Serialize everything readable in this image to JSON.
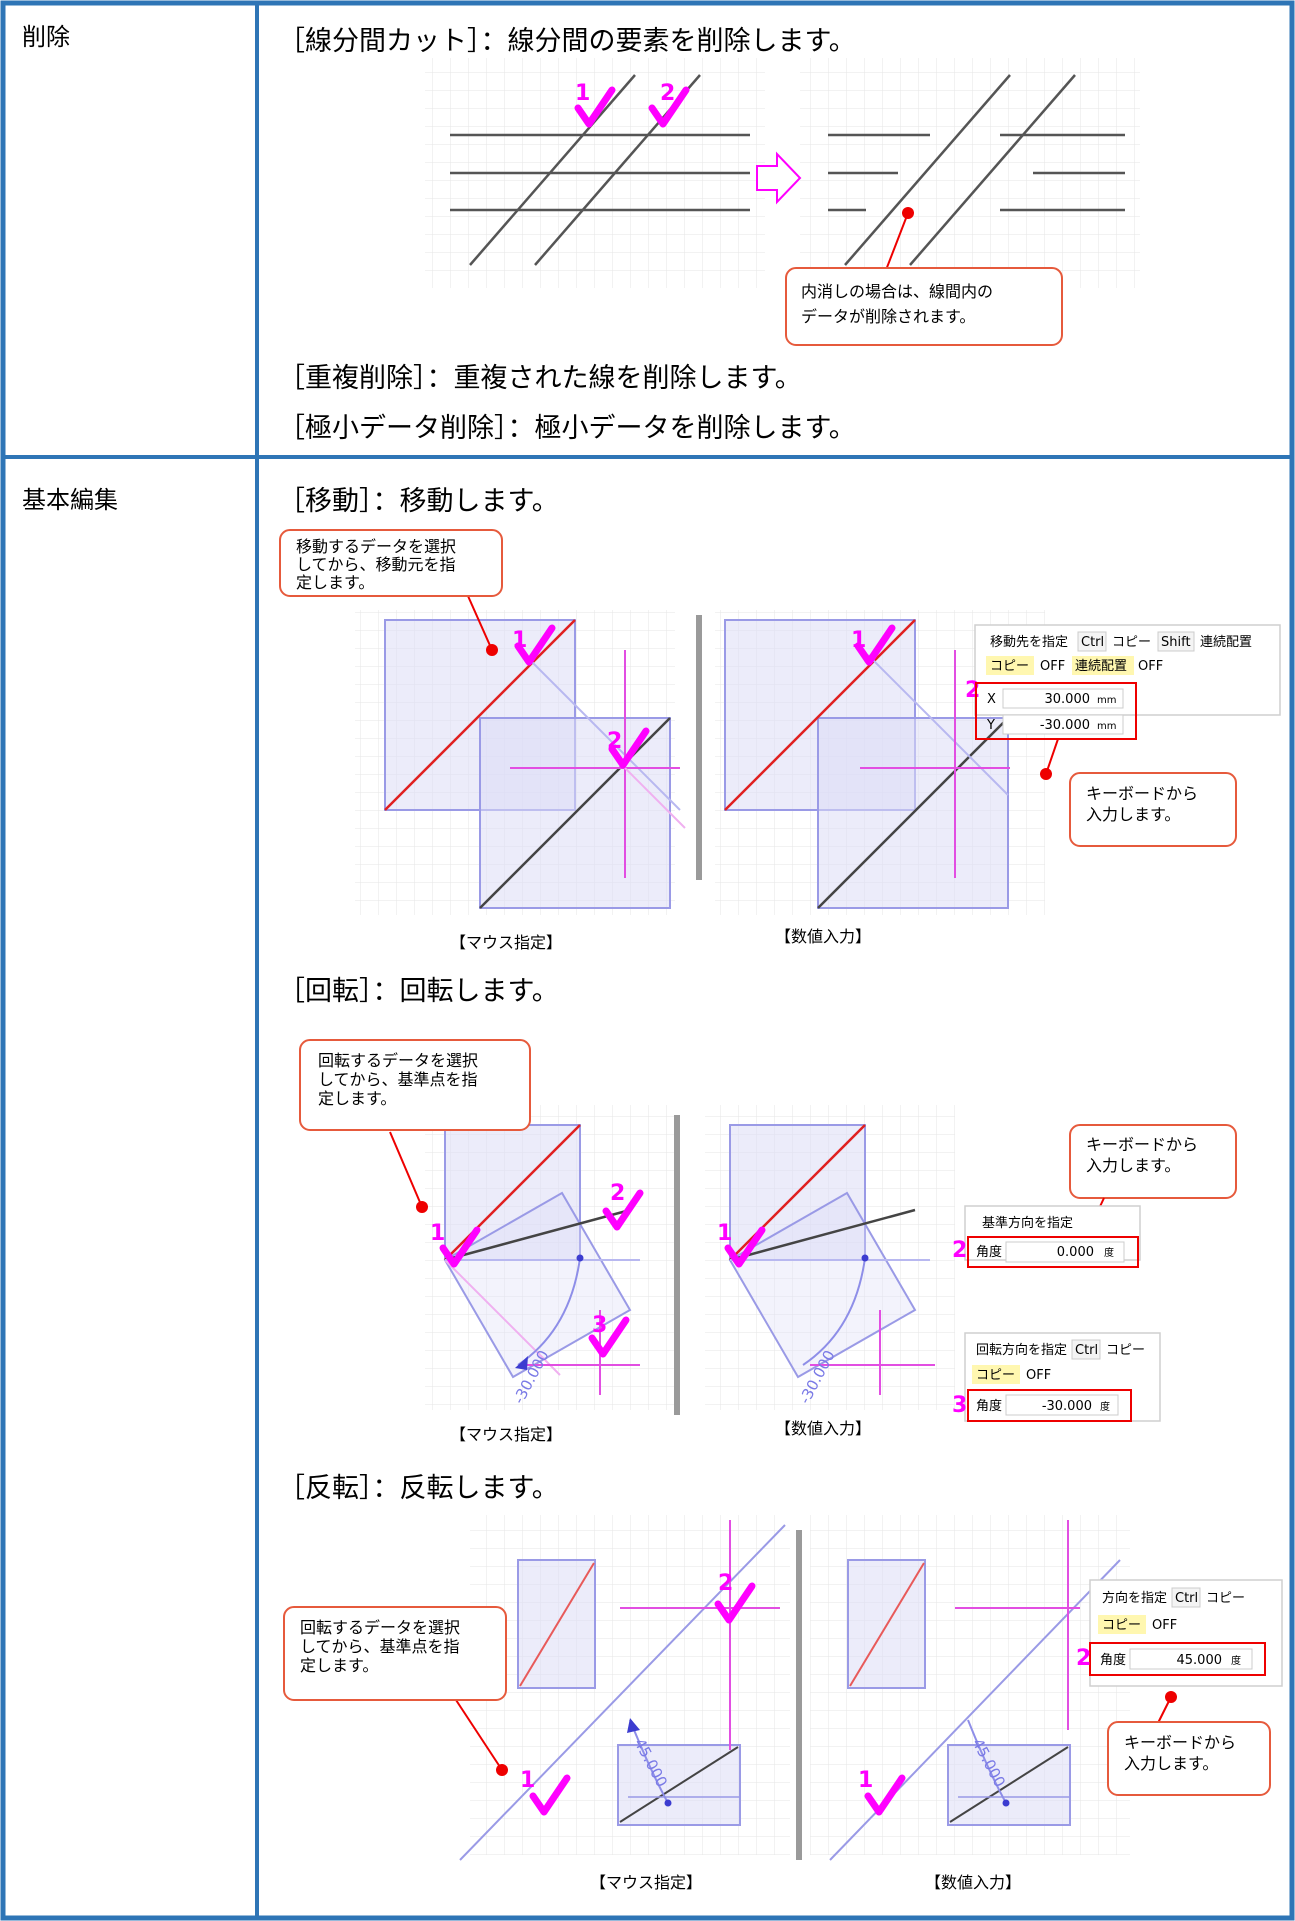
{
  "rows": [
    {
      "category": "削除",
      "sections": [
        {
          "heading": "［線分間カット］：線分間の要素を削除します。",
          "callout": [
            "内消しの場合は、線間内の",
            "データが削除されます。"
          ],
          "markers": [
            "1",
            "2"
          ]
        },
        {
          "heading": "［重複削除］：重複された線を削除します。"
        },
        {
          "heading": "［極小データ削除］：極小データを削除します。"
        }
      ]
    },
    {
      "category": "基本編集",
      "sections": [
        {
          "heading": "［移動］：移動します。",
          "callout": [
            "移動するデータを選択",
            "してから、移動元を指",
            "定します。"
          ],
          "markers": [
            "1",
            "2"
          ],
          "panel": {
            "title": "移動先を指定",
            "key1": "Ctrl",
            "action1": "コピー",
            "key2": "Shift",
            "action2": "連続配置",
            "toggle1_label": "コピー",
            "toggle1_value": "OFF",
            "toggle2_label": "連続配置",
            "toggle2_value": "OFF",
            "step": "2",
            "x_label": "X",
            "x_value": "30.000",
            "x_unit": "mm",
            "y_label": "Y",
            "y_value": "-30.000",
            "y_unit": "mm"
          },
          "callout_keyboard": [
            "キーボードから",
            "入力します。"
          ],
          "caption_left": "【マウス指定】",
          "caption_right": "【数値入力】"
        },
        {
          "heading": "［回転］：回転します。",
          "callout": [
            "回転するデータを選択",
            "してから、基準点を指",
            "定します。"
          ],
          "callout_keyboard": [
            "キーボードから",
            "入力します。"
          ],
          "markers": [
            "1",
            "2",
            "3"
          ],
          "angle_label": "-30.000",
          "panel1": {
            "title": "基準方向を指定",
            "step": "2",
            "label": "角度",
            "value": "0.000",
            "unit": "度"
          },
          "panel2": {
            "title": "回転方向を指定",
            "key": "Ctrl",
            "action": "コピー",
            "toggle_label": "コピー",
            "toggle_value": "OFF",
            "step": "3",
            "label": "角度",
            "value": "-30.000",
            "unit": "度"
          },
          "caption_left": "【マウス指定】",
          "caption_right": "【数値入力】"
        },
        {
          "heading": "［反転］：反転します。",
          "callout": [
            "回転するデータを選択",
            "してから、基準点を指",
            "定します。"
          ],
          "callout_keyboard": [
            "キーボードから",
            "入力します。"
          ],
          "markers": [
            "1",
            "2"
          ],
          "angle_label": "45.000",
          "panel": {
            "title": "方向を指定",
            "key": "Ctrl",
            "action": "コピー",
            "toggle_label": "コピー",
            "toggle_value": "OFF",
            "step": "2",
            "label": "角度",
            "value": "45.000",
            "unit": "度"
          },
          "caption_left": "【マウス指定】",
          "caption_right": "【数値入力】"
        }
      ]
    }
  ]
}
